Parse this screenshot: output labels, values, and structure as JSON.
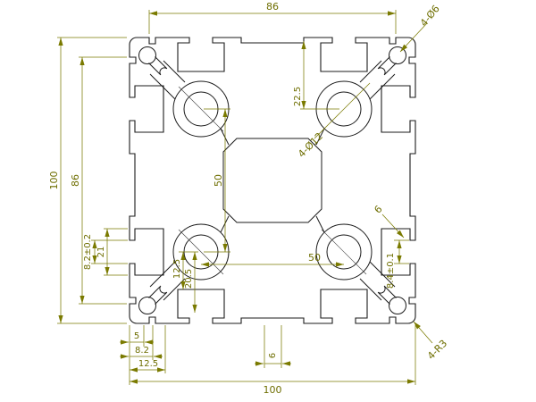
{
  "colors": {
    "background": "#ffffff",
    "profile_line": "#1b1b1b",
    "dimension_line": "#7a7a00",
    "dimension_text": "#6e6e00"
  },
  "labels": {
    "top_width": "86",
    "corner_holes": "4-Ø6",
    "overall_height": "100",
    "inner_height": "86",
    "slot_opening": "8.2±0.2",
    "slot_depth": "21",
    "hole_pitch_vertical": "50",
    "hole_top_offset": "22.5",
    "core_holes": "4-Ø12",
    "offset_12_5": "12.5",
    "offset_20_5": "20.5",
    "hole_pitch_horizontal": "50",
    "web_thickness": "6",
    "slot_inner_width": "8.4±0.1",
    "corner_radius": "4-R3",
    "edge_offset_5": "5",
    "edge_offset_8_2": "8.2",
    "edge_offset_12_5": "12.5",
    "bottom_web": "6",
    "overall_width": "100"
  }
}
